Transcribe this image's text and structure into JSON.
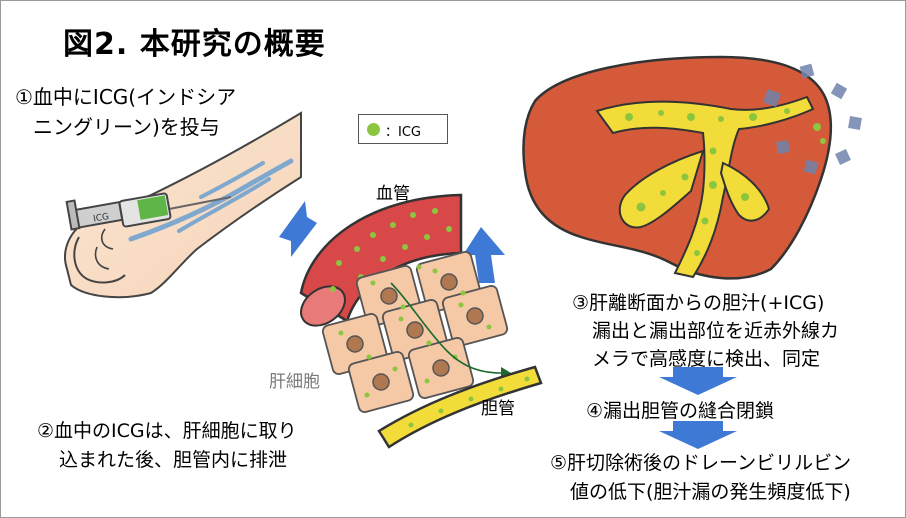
{
  "title": "図2. 本研究の概要",
  "legend": {
    "marker": "：ICG",
    "color": "#8cc63f"
  },
  "labels": {
    "vessel": "血管",
    "hepatocyte": "肝細胞",
    "bile_duct": "胆管",
    "syringe": "ICG"
  },
  "steps": {
    "step1": [
      "①血中にICG(インドシア",
      "ニングリーン)を投与"
    ],
    "step2": [
      "②血中のICGは、肝細胞に取り",
      "込まれた後、胆管内に排泄"
    ],
    "step3": [
      "③肝離断面からの胆汁(+ICG)",
      "漏出と漏出部位を近赤外線カ",
      "メラで高感度に検出、同定"
    ],
    "step4": "④漏出胆管の縫合閉鎖",
    "step5": [
      "⑤肝切除術後のドレーンビリルビン",
      "値の低下(胆汁漏の発生頻度低下)"
    ]
  },
  "colors": {
    "liver": "#d55a3a",
    "bile": "#f2dc3a",
    "vessel": "#d94848",
    "cell": "#f5c8a6",
    "nucleus": "#b07850",
    "arrow": "#3f79d6",
    "nir": "#6f83ad"
  }
}
